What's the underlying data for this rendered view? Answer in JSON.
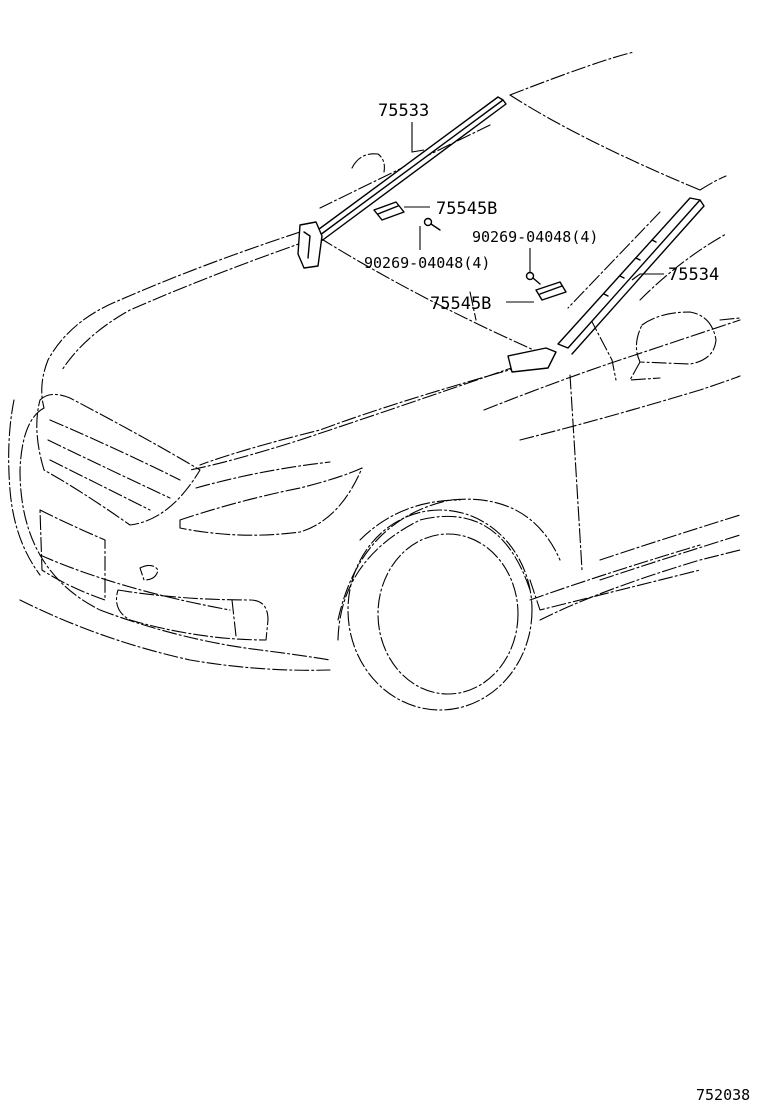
{
  "diagram": {
    "callouts": [
      {
        "id": "75533",
        "text": "75533"
      },
      {
        "id": "75545B-upper",
        "text": "75545B"
      },
      {
        "id": "screw-left",
        "text": "90269-04048(4)"
      },
      {
        "id": "screw-right",
        "text": "90269-04048(4)"
      },
      {
        "id": "75534",
        "text": "75534"
      },
      {
        "id": "75545B-lower",
        "text": "75545B"
      }
    ],
    "figure_number": "752038"
  }
}
